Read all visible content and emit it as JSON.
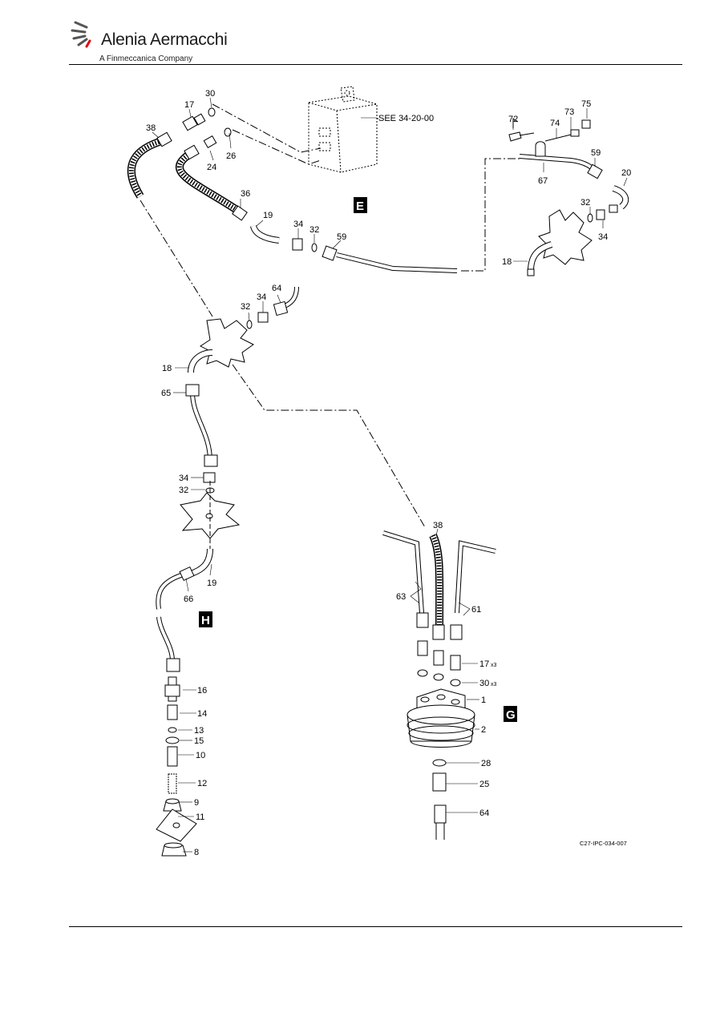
{
  "header": {
    "brand_name": "Alenia Aermacchi",
    "tagline": "A Finmeccanica Company"
  },
  "figure_ref": "C27-IPC-034-007",
  "see_note": "SEE 34-20-00",
  "views": {
    "e": "E",
    "h": "H",
    "g": "G"
  },
  "callouts": {
    "c30": "30",
    "c17": "17",
    "c38a": "38",
    "c26": "26",
    "c24": "24",
    "c36": "36",
    "c19a": "19",
    "c34a": "34",
    "c32a": "32",
    "c59a": "59",
    "c72": "72",
    "c74": "74",
    "c73": "73",
    "c75": "75",
    "c59b": "59",
    "c67": "67",
    "c20": "20",
    "c32b": "32",
    "c34b": "34",
    "c18a": "18",
    "c32c": "32",
    "c34c": "34",
    "c64a": "64",
    "c18b": "18",
    "c65": "65",
    "c34d": "34",
    "c32d": "32",
    "c19b": "19",
    "c66": "66",
    "c16": "16",
    "c14": "14",
    "c13": "13",
    "c15": "15",
    "c10": "10",
    "c12": "12",
    "c9": "9",
    "c11": "11",
    "c8": "8",
    "c38b": "38",
    "c63": "63",
    "c61": "61",
    "c17x": "17",
    "c17x_mult": "x3",
    "c30x": "30",
    "c30x_mult": "x3",
    "c1": "1",
    "c2": "2",
    "c28": "28",
    "c25": "25",
    "c64b": "64"
  },
  "colors": {
    "line": "#000000",
    "logo_gray": "#555555",
    "logo_red": "#e30613"
  }
}
